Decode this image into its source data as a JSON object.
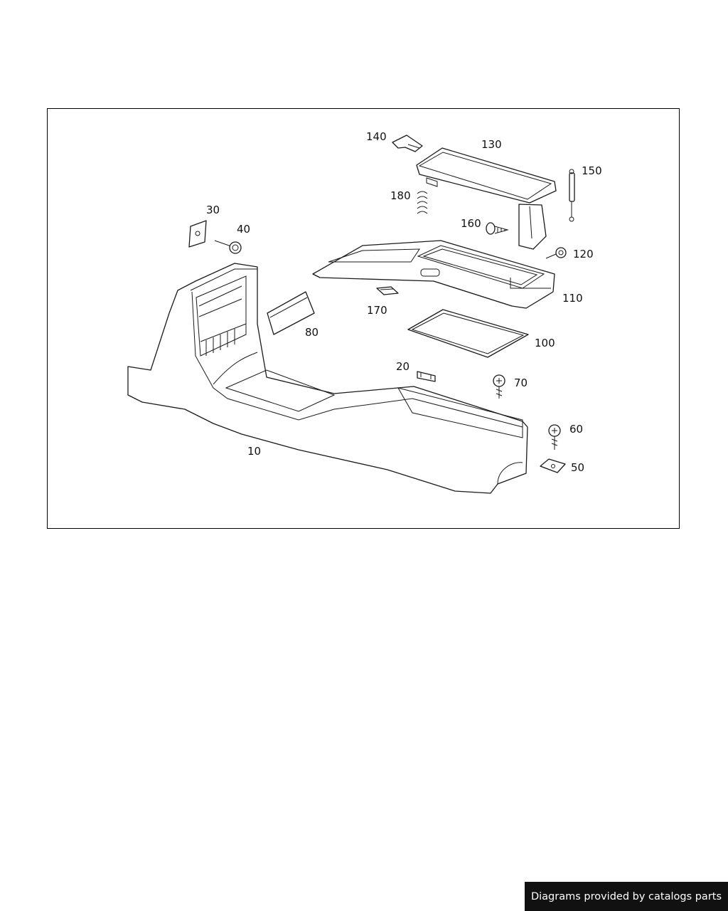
{
  "diagram": {
    "callouts": [
      {
        "id": "c140",
        "text": "140"
      },
      {
        "id": "c130",
        "text": "130"
      },
      {
        "id": "c150",
        "text": "150"
      },
      {
        "id": "c180",
        "text": "180"
      },
      {
        "id": "c160",
        "text": "160"
      },
      {
        "id": "c30",
        "text": "30"
      },
      {
        "id": "c40",
        "text": "40"
      },
      {
        "id": "c120",
        "text": "120"
      },
      {
        "id": "c110",
        "text": "110"
      },
      {
        "id": "c170",
        "text": "170"
      },
      {
        "id": "c80",
        "text": "80"
      },
      {
        "id": "c100",
        "text": "100"
      },
      {
        "id": "c20",
        "text": "20"
      },
      {
        "id": "c70",
        "text": "70"
      },
      {
        "id": "c60",
        "text": "60"
      },
      {
        "id": "c10",
        "text": "10"
      },
      {
        "id": "c50",
        "text": "50"
      }
    ]
  },
  "footer": {
    "text": "Diagrams provided by catalogs parts"
  }
}
